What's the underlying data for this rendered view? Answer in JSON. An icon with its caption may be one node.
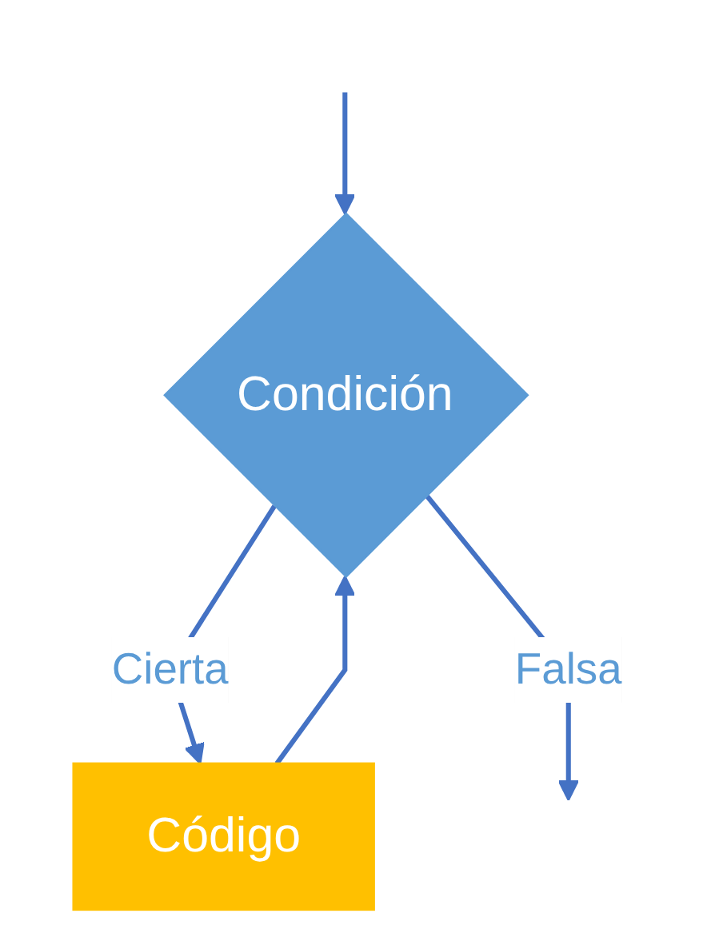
{
  "diagram": {
    "nodes": [
      {
        "text": [
          "Condición"
        ]
      },
      {
        "text": [
          "Código"
        ]
      }
    ],
    "edges": [
      {
        "from": null,
        "to": 0,
        "arrow": "to"
      },
      {
        "from": 0,
        "to": 1,
        "label": "Cierta",
        "arrow": "to"
      },
      {
        "from": 1,
        "to": 0,
        "arrow": "to"
      },
      {
        "from": 0,
        "to": null,
        "label": "Falsa",
        "arrow": "to"
      }
    ]
  }
}
